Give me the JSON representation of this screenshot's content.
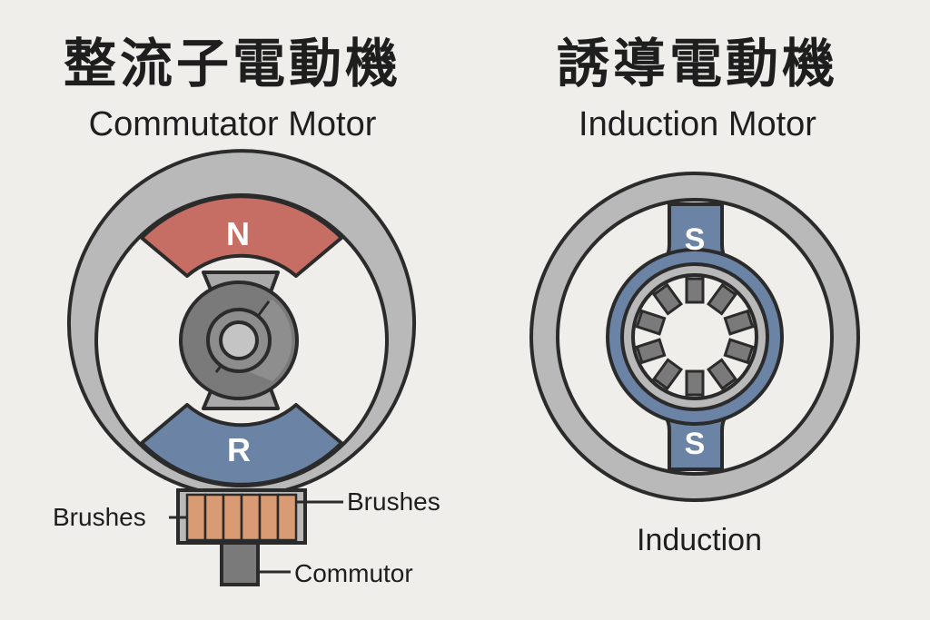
{
  "left_panel": {
    "title_jp": "整流子電動機",
    "title_en": "Commutator Motor",
    "pole_top": "N",
    "pole_bottom": "R",
    "brushes_left_label": "Brushes",
    "brushes_right_label": "Brushes",
    "commutator_label": "Commutor"
  },
  "right_panel": {
    "title_jp": "誘導電動機",
    "title_en": "Induction Motor",
    "pole_top": "S",
    "pole_bottom": "S",
    "caption": "Induction"
  },
  "colors": {
    "background": "#efeeeb",
    "frame_gray": "#b9b9b9",
    "dark_gray": "#6f6f6f",
    "outline": "#2b2b2b",
    "north_pole_red": "#c66e63",
    "pole_blue": "#6b84a6",
    "brush_orange": "#d99b73"
  }
}
